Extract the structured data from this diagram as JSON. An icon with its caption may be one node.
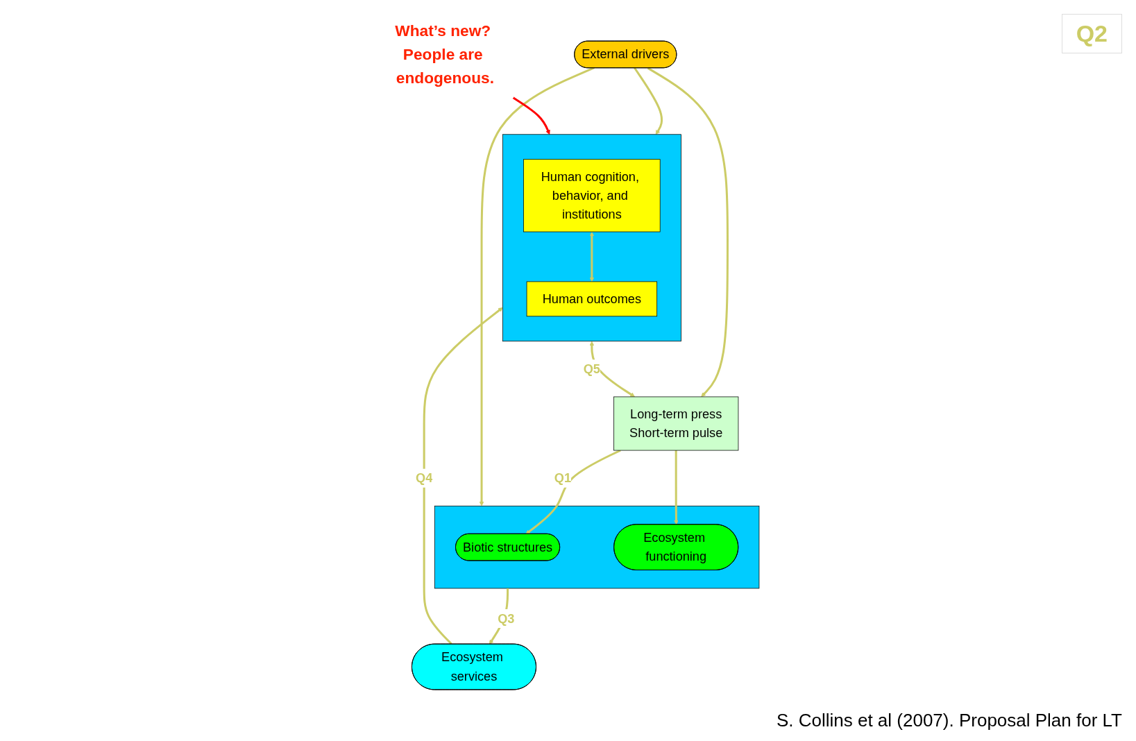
{
  "diagram": {
    "nodes": [
      {
        "text": [],
        "shape": "box"
      },
      {
        "text": [
          "Human cognition, behavior, and institutions"
        ],
        "in": 0
      },
      {
        "text": [
          "Human outcomes"
        ],
        "in": 0
      },
      {
        "text": [
          "External drivers"
        ]
      },
      {
        "text": [
          "Long-term press",
          "Short-term pulse"
        ]
      },
      {
        "text": [],
        "shape": "box"
      },
      {
        "text": [
          "Biotic structures"
        ],
        "in": 5
      },
      {
        "text": [
          "Ecosystem functioning"
        ],
        "in": 5
      },
      {
        "text": [
          "Ecosystem services"
        ]
      },
      {
        "text": [
          "What’s new? People are endogenous."
        ]
      }
    ],
    "edges": [
      {
        "from": 3,
        "to": 0,
        "arrow": "to"
      },
      {
        "from": 3,
        "to": 4,
        "arrow": "to"
      },
      {
        "from": 3,
        "to": 5,
        "arrow": "to"
      },
      {
        "from": 0,
        "to": 4,
        "arrow": "both",
        "label": "Q5"
      },
      {
        "from": 1,
        "to": 2,
        "arrow": "both"
      },
      {
        "from": 4,
        "to": 6,
        "arrow": "to",
        "label": "Q1"
      },
      {
        "from": 4,
        "to": 7,
        "arrow": "to"
      },
      {
        "from": 5,
        "to": 8,
        "arrow": "to",
        "label": "Q3"
      },
      {
        "from": 8,
        "to": 0,
        "arrow": "to",
        "label": "Q4"
      },
      {
        "from": 9,
        "to": 0,
        "arrow": "to",
        "color": "#ff0000"
      }
    ],
    "labels": [
      "Q2",
      "S. Collins et al (2007). Proposal Plan for LT"
    ]
  }
}
